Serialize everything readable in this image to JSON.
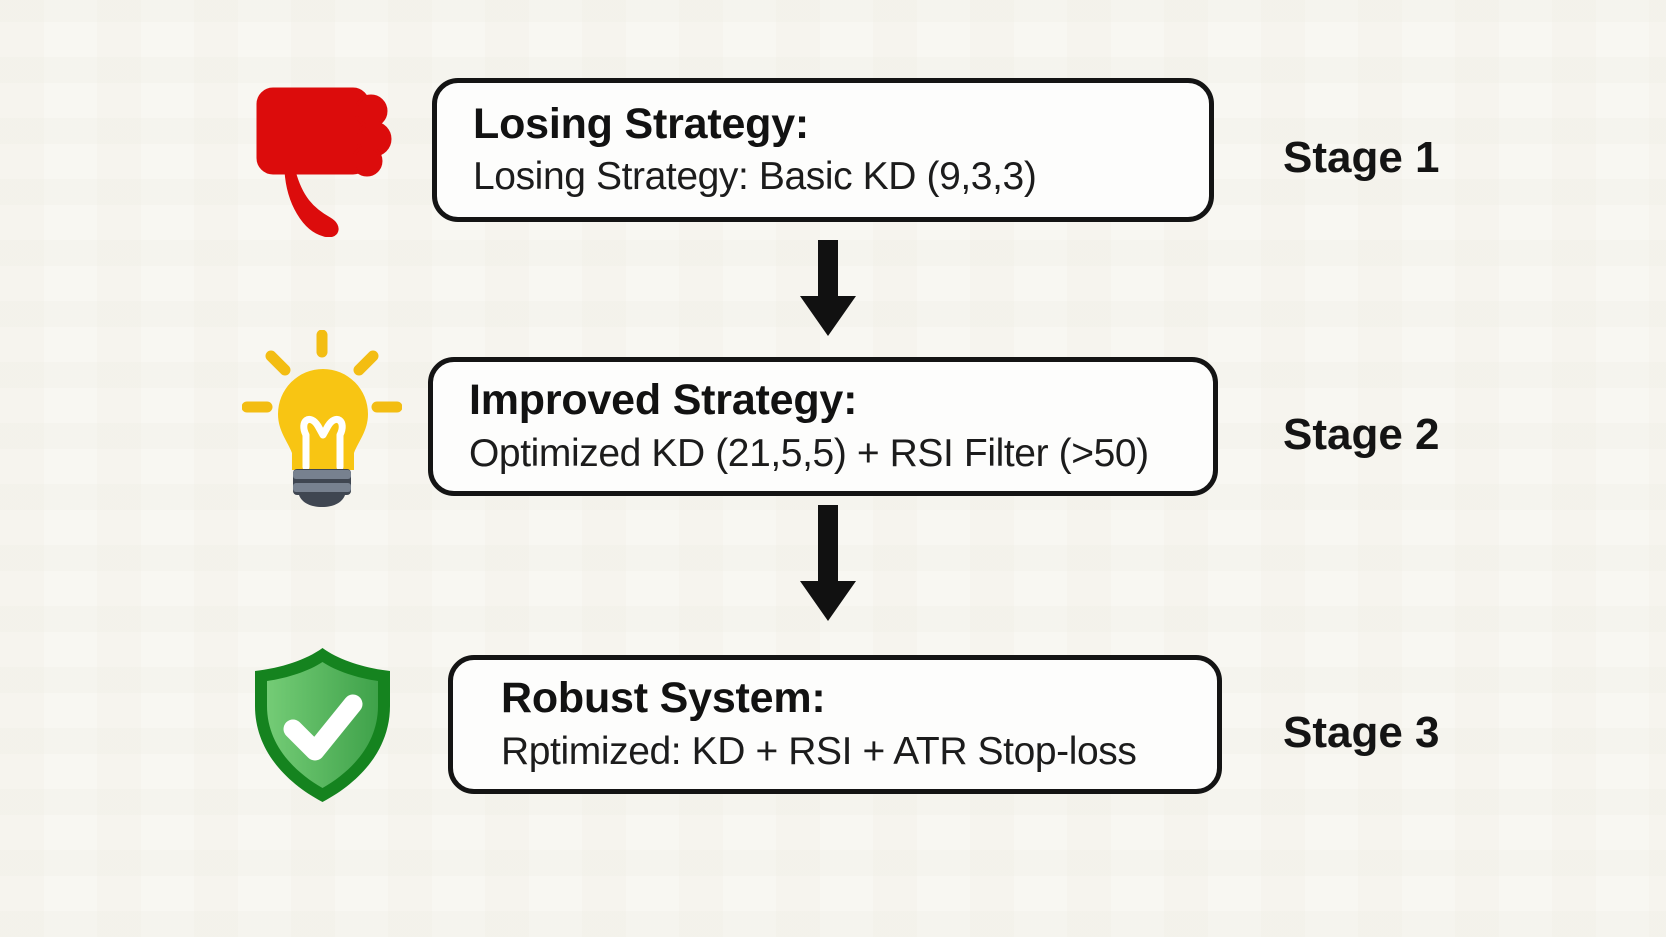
{
  "diagram": {
    "type": "vertical-flow",
    "stages": [
      {
        "label": "Stage 1",
        "icon": "thumbs-down-icon",
        "title": "Losing Strategy:",
        "subtitle": "Losing Strategy: Basic KD (9,3,3)"
      },
      {
        "label": "Stage 2",
        "icon": "lightbulb-idea-icon",
        "title": "Improved Strategy:",
        "subtitle": "Optimized KD (21,5,5) + RSI Filter (>50)"
      },
      {
        "label": "Stage 3",
        "icon": "shield-check-icon",
        "title": "Robust System:",
        "subtitle": "Rptimized: KD + RSI + ATR Stop-loss"
      }
    ],
    "connectors": [
      "down-arrow-icon",
      "down-arrow-icon"
    ],
    "colors": {
      "background": "#f8f7f2",
      "box_fill": "#fdfdfc",
      "box_border": "#141414",
      "text": "#141414",
      "arrow": "#111111",
      "thumbs_down_red": "#dc0c0c",
      "bulb_yellow": "#f8c513",
      "bulb_ray_yellow": "#f3bd12",
      "bulb_base_gray": "#77818f",
      "bulb_base_dark": "#3f4651",
      "shield_border_green": "#15831f",
      "shield_fill_light": "#74cc76",
      "shield_fill_dark": "#3fa24a",
      "check_white": "#ffffff"
    }
  }
}
